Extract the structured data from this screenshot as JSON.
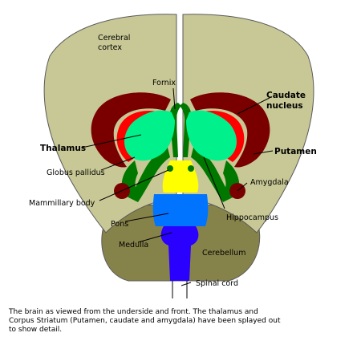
{
  "colors": {
    "cortex": "#c8c896",
    "cerebellum": "#86834a",
    "caudate": "#7a0000",
    "putamen": "#ff0000",
    "thalamus": "#00f08c",
    "globus_pallidus": "#007800",
    "fornix_core": "#ffff00",
    "pons": "#0073ff",
    "medulla": "#2a00ff",
    "outline": "#5a5a5a"
  },
  "labels": {
    "cerebral_cortex_line1": "Cerebral",
    "cerebral_cortex_line2": "cortex",
    "fornix": "Fornix",
    "caudate_line1": "Caudate",
    "caudate_line2": "nucleus",
    "thalamus": "Thalamus",
    "putamen": "Putamen",
    "globus_pallidus": "Globus pallidus",
    "amygdala": "Amygdala",
    "mammillary_body": "Mammillary body",
    "hippocampus": "Hippocampus",
    "pons": "Pons",
    "medulla": "Medulla",
    "cerebellum": "Cerebellum",
    "spinal_cord": "Spinal cord"
  },
  "caption": {
    "line1": "The brain as viewed from the underside and front.  The thalamus and",
    "line2": "Corpus Striatum (Putamen, caudate and amygdala) have been splayed out",
    "line3": "to show detail."
  }
}
